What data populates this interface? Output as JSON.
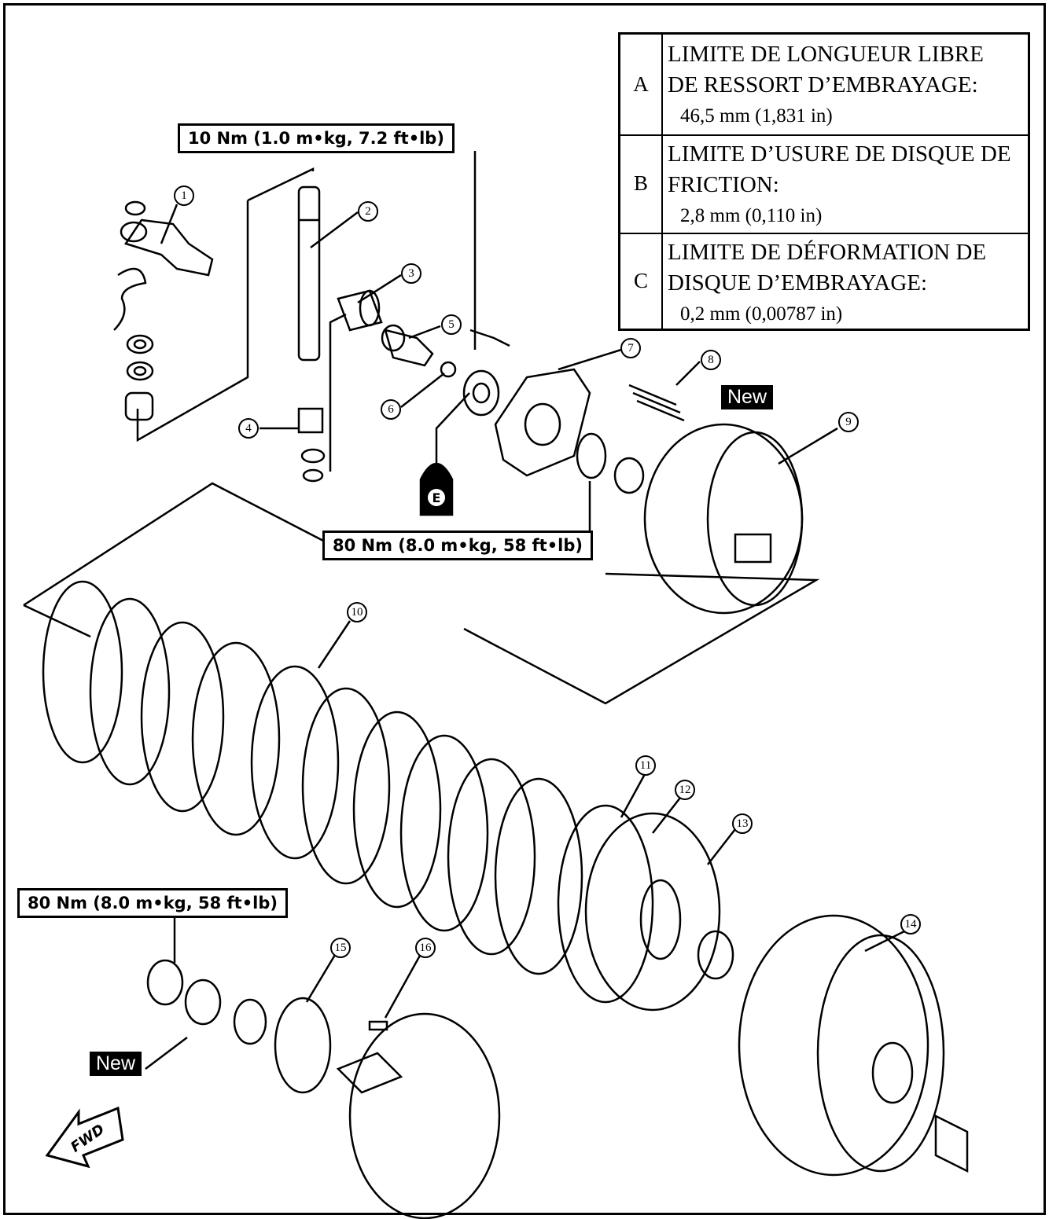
{
  "spec_table": {
    "rows": [
      {
        "letter": "A",
        "line1": "LIMITE DE LONGUEUR LIBRE",
        "line2": "DE RESSORT D’EMBRAYAGE:",
        "value": "46,5 mm (1,831 in)"
      },
      {
        "letter": "B",
        "line1": "LIMITE D’USURE DE DISQUE DE",
        "line2": "FRICTION:",
        "value": "2,8 mm (0,110 in)"
      },
      {
        "letter": "C",
        "line1": "LIMITE DE DÉFORMATION DE",
        "line2": "DISQUE D’EMBRAYAGE:",
        "value": "0,2 mm (0,00787 in)"
      }
    ]
  },
  "torque_labels": {
    "bolt_plate": "10 Nm (1.0 m•kg, 7.2 ft•lb)",
    "boss_nut": "80 Nm (8.0 m•kg, 58 ft•lb)",
    "primary_nut": "80 Nm (8.0 m•kg, 58 ft•lb)"
  },
  "badges": {
    "new_upper": "New",
    "new_lower": "New",
    "lube_symbol": "E",
    "fwd": "FWD"
  },
  "callouts": [
    "1",
    "2",
    "3",
    "4",
    "5",
    "6",
    "7",
    "8",
    "9",
    "10",
    "11",
    "12",
    "13",
    "14",
    "15",
    "16"
  ]
}
